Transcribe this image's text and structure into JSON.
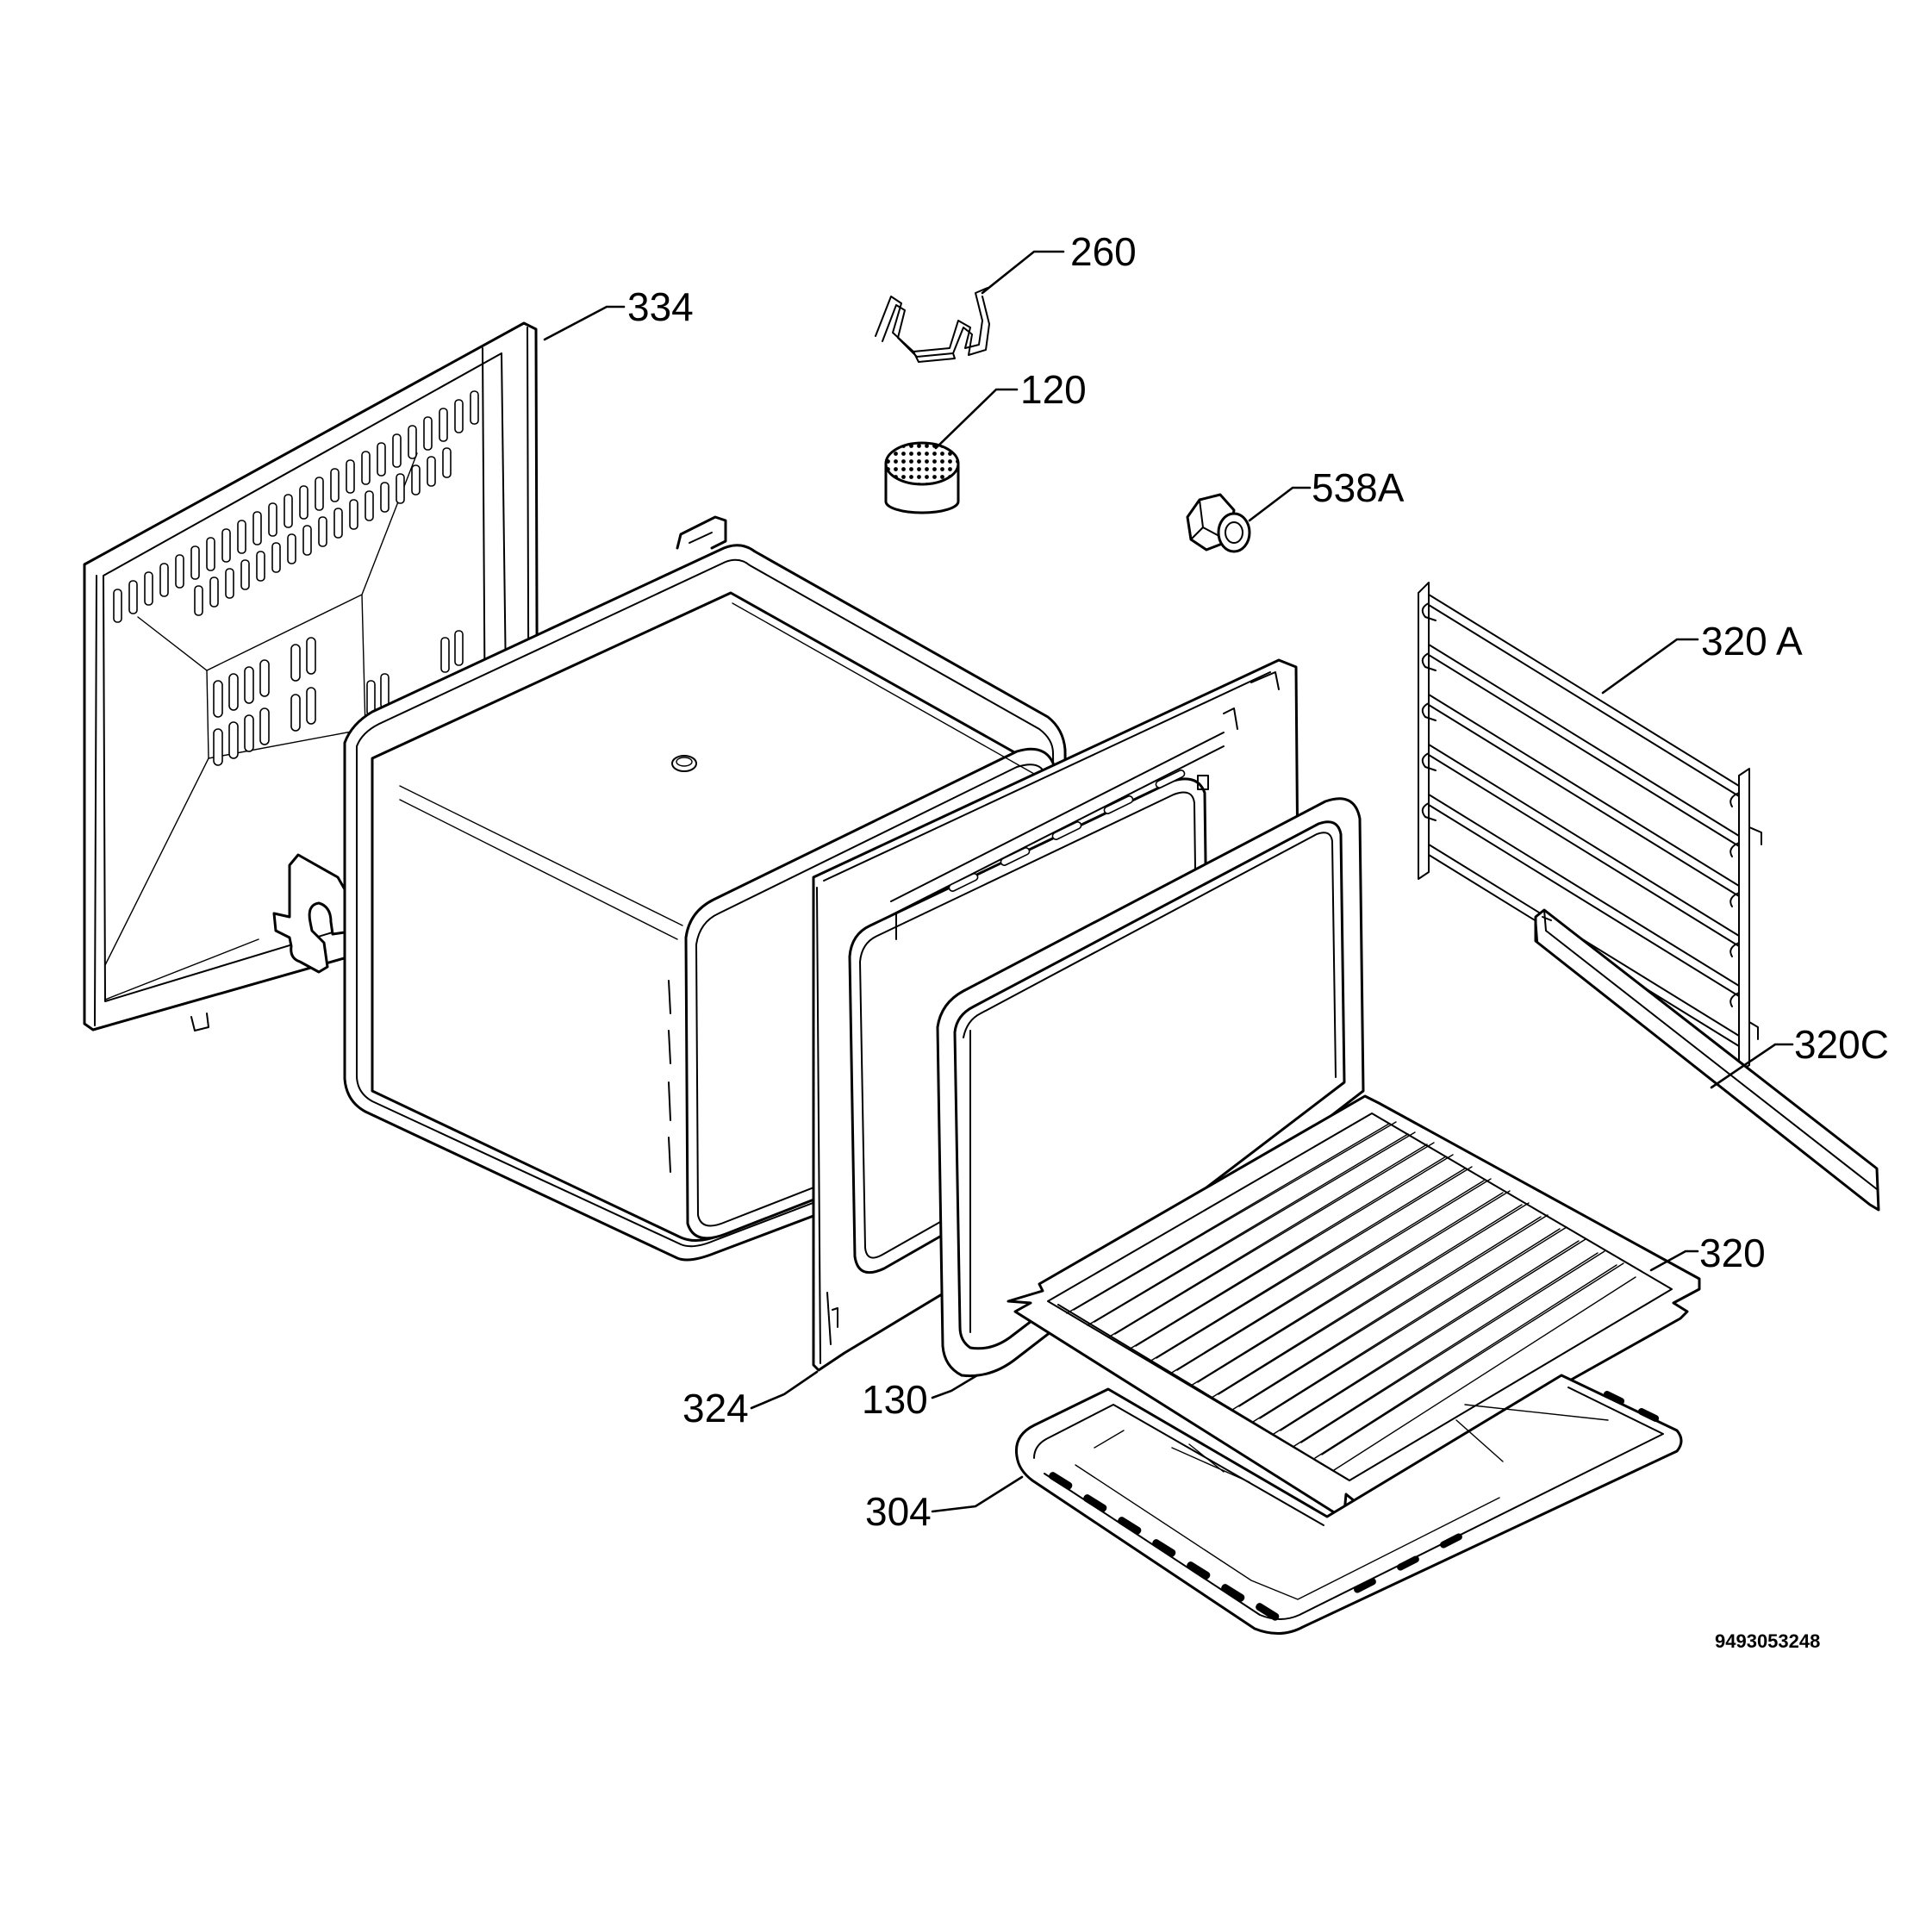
{
  "labels": {
    "p260": "260",
    "p334": "334",
    "p120": "120",
    "p538a": "538A",
    "p320a": "320 A",
    "p320c": "320C",
    "p320": "320",
    "p324": "324",
    "p130": "130",
    "p304": "304"
  },
  "document_id": "9493053248"
}
